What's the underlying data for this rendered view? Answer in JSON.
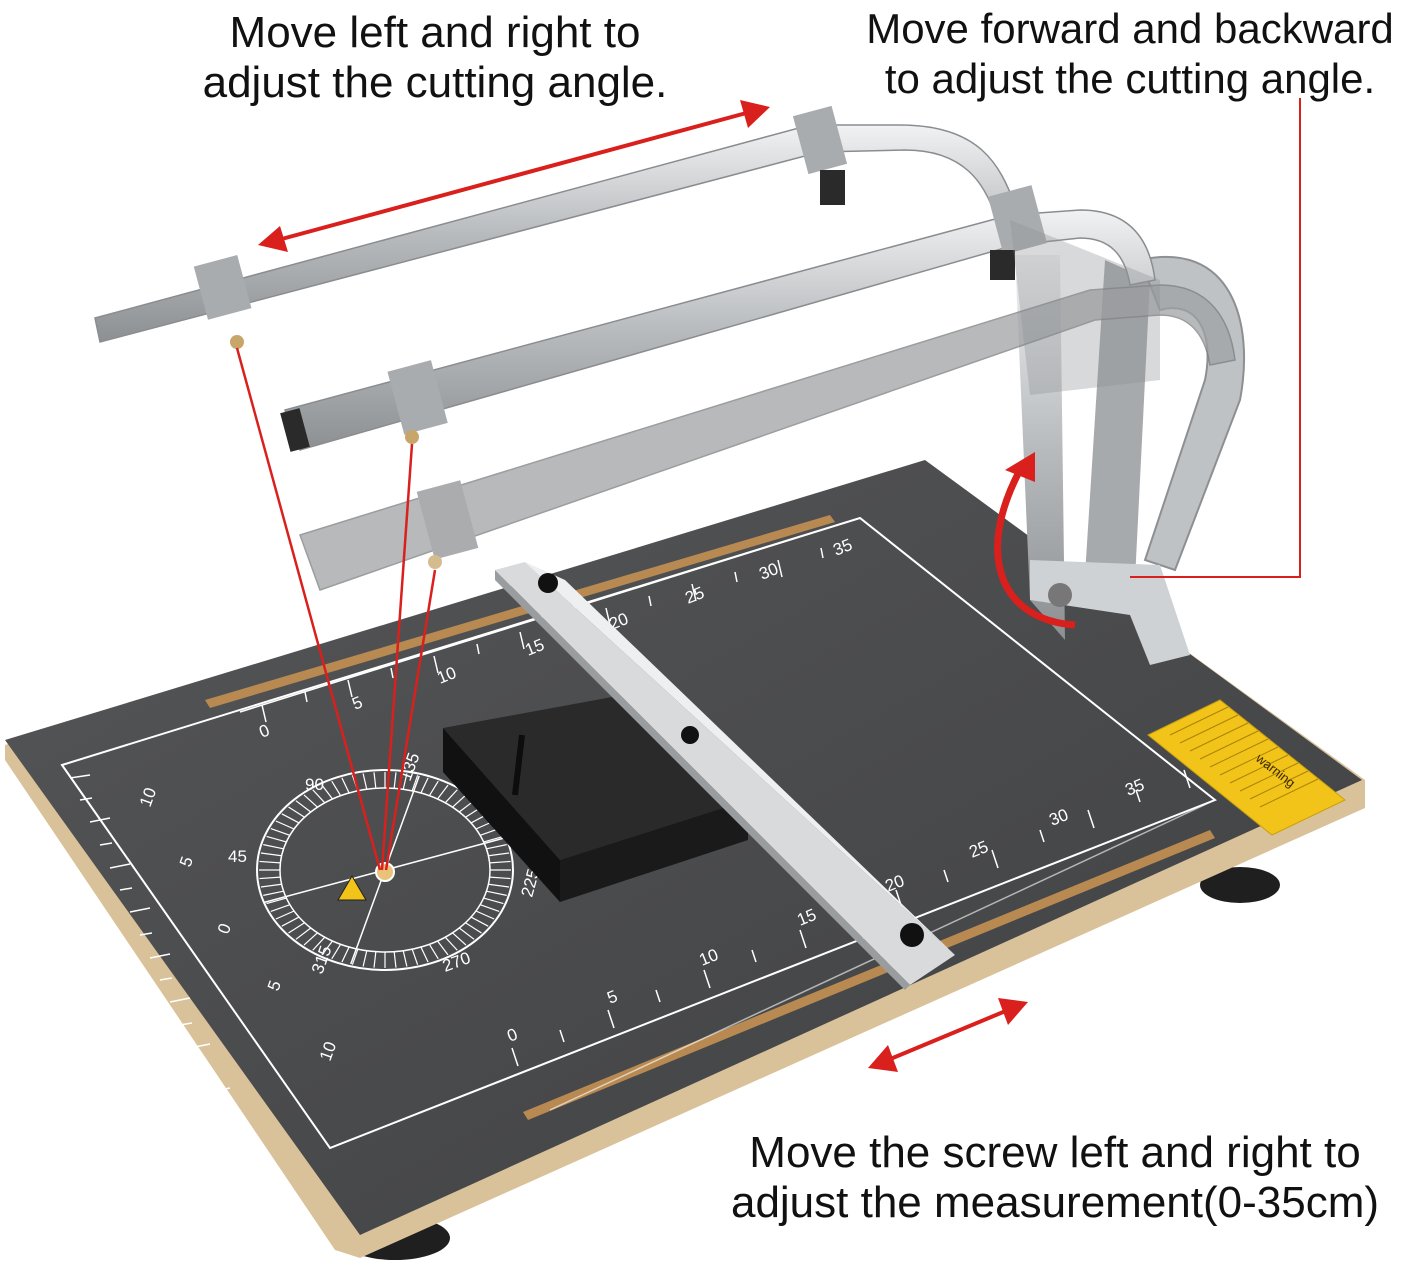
{
  "captions": {
    "top_left": [
      "Move left and right to",
      "adjust the cutting angle."
    ],
    "top_right": [
      "Move forward and backward",
      "to adjust the cutting angle."
    ],
    "bottom_right": [
      "Move the screw left and right to",
      "adjust the measurement(0-35cm)"
    ]
  },
  "board": {
    "left_scale": [
      "10",
      "5",
      "0",
      "5",
      "10"
    ],
    "bottom_scale": [
      "0",
      "5",
      "10",
      "15",
      "20",
      "25",
      "30",
      "35"
    ],
    "top_scale": [
      "0",
      "5",
      "10",
      "15",
      "20",
      "25",
      "30",
      "35"
    ],
    "protractor": [
      "90",
      "135",
      "45",
      "225",
      "315",
      "270"
    ],
    "warning_label": "warning"
  },
  "colors": {
    "board": "#4a4b4d",
    "plywood": "#d9c29a",
    "arrow": "#d9201c",
    "metal": "#c9cccf",
    "label": "#f2c318"
  }
}
